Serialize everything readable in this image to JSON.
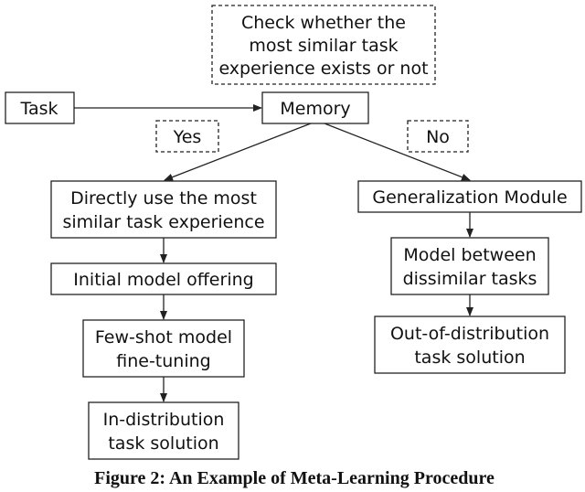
{
  "nodes": {
    "note": [
      "Check whether the",
      "most similar task",
      "experience exists or not"
    ],
    "task": [
      "Task"
    ],
    "memory": [
      "Memory"
    ],
    "yes": [
      "Yes"
    ],
    "no": [
      "No"
    ],
    "direct": [
      "Directly use the most",
      "similar task experience"
    ],
    "initial": [
      "Initial model offering"
    ],
    "fewshot": [
      "Few-shot model",
      "fine-tuning"
    ],
    "indist": [
      "In-distribution",
      "task solution"
    ],
    "general": [
      "Generalization Module"
    ],
    "between": [
      "Model between",
      "dissimilar tasks"
    ],
    "ood": [
      "Out-of-distribution",
      "task solution"
    ]
  },
  "caption": "Figure 2: An Example of Meta-Learning Procedure"
}
